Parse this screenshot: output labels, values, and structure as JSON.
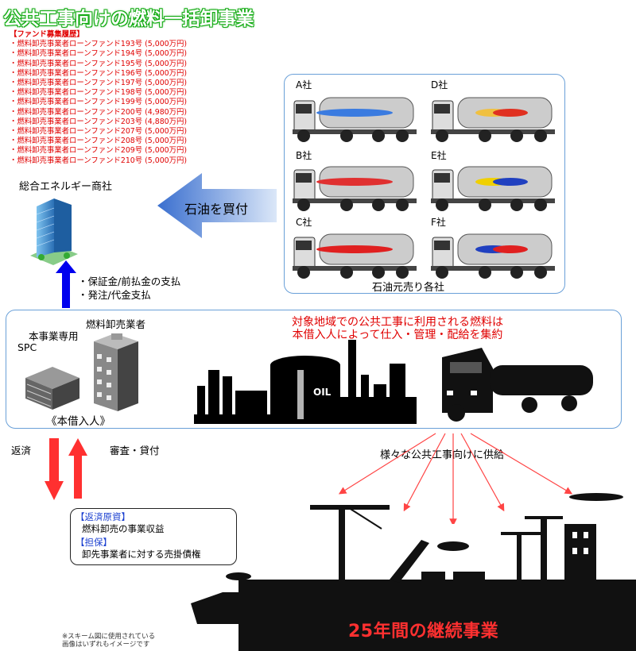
{
  "title": "公共工事向けの燃料一括卸事業",
  "fund_history": {
    "heading": "【ファンド募集履歴】",
    "items": [
      "・燃料卸売事業者ローンファンド193号 (5,000万円)",
      "・燃料卸売事業者ローンファンド194号 (5,000万円)",
      "・燃料卸売事業者ローンファンド195号 (5,000万円)",
      "・燃料卸売事業者ローンファンド196号 (5,000万円)",
      "・燃料卸売事業者ローンファンド197号 (5,000万円)",
      "・燃料卸売事業者ローンファンド198号 (5,000万円)",
      "・燃料卸売事業者ローンファンド199号 (5,000万円)",
      "・燃料卸売事業者ローンファンド200号 (4,980万円)",
      "・燃料卸売事業者ローンファンド203号 (4,880万円)",
      "・燃料卸売事業者ローンファンド207号 (5,000万円)",
      "・燃料卸売事業者ローンファンド208号 (5,000万円)",
      "・燃料卸売事業者ローンファンド209号 (5,000万円)",
      "・燃料卸売事業者ローンファンド210号 (5,000万円)"
    ]
  },
  "energy_trader": "総合エネルギー商社",
  "buy_label": "石油を買付",
  "suppliers": {
    "caption": "石油元売り各社",
    "companies": [
      {
        "name": "A社",
        "stripe": [
          "#3a7be0"
        ]
      },
      {
        "name": "D社",
        "stripe": [
          "#f0c040",
          "#e03020"
        ]
      },
      {
        "name": "B社",
        "stripe": [
          "#e03030"
        ]
      },
      {
        "name": "E社",
        "stripe": [
          "#f0d000",
          "#2040c0"
        ]
      },
      {
        "name": "C社",
        "stripe": [
          "#e02020"
        ]
      },
      {
        "name": "F社",
        "stripe": [
          "#2040c0",
          "#e02020"
        ]
      }
    ]
  },
  "payment_notes": [
    "・保証金/前払金の支払",
    "・発注/代金支払"
  ],
  "borrower": {
    "spc_label1": "本事業専用",
    "spc_label2": "SPC",
    "wholesaler": "燃料卸売業者",
    "role": "《本借入人》"
  },
  "red_note": [
    "対象地域での公共工事に利用される燃料は",
    "本借入人によって仕入・管理・配給を集約"
  ],
  "tank_text": "OIL",
  "repay_label": "返済",
  "review_label": "審査・貸付",
  "supply_label": "様々な公共工事向けに供給",
  "repay_box": {
    "h1": "【返済原資】",
    "t1": "燃料卸売の事業収益",
    "h2": "【担保】",
    "t2": "卸先事業者に対する売掛債権"
  },
  "footer_note": [
    "※スキーム図に使用されている",
    "画像はいずれもイメージです"
  ],
  "banner": "25年間の継続事業",
  "colors": {
    "title_outline": "#11aa11",
    "red": "#e00000",
    "blue_arrow": "#0000ee",
    "box_border": "#6aa0d8"
  }
}
